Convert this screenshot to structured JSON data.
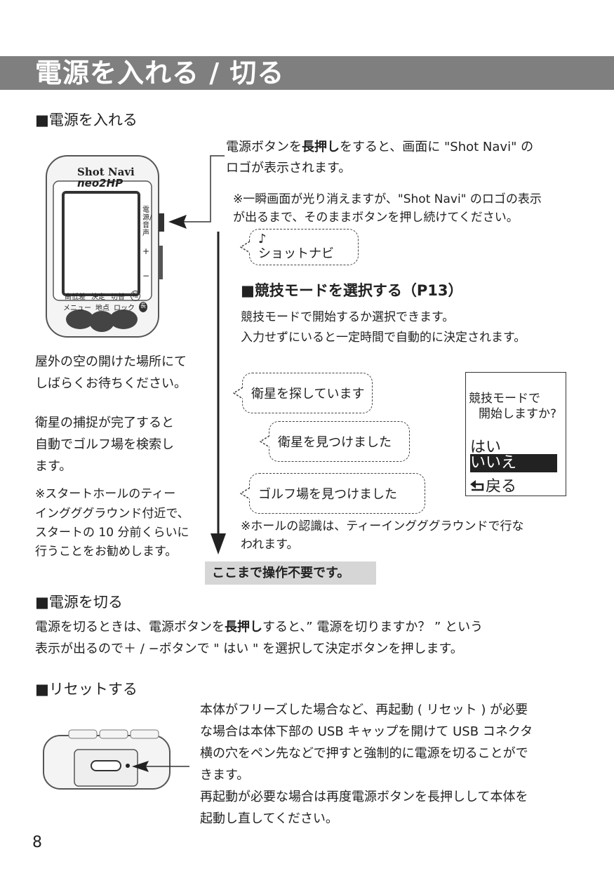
{
  "page": {
    "title": "電源を入れる / 切る",
    "page_number": "8"
  },
  "power_on": {
    "heading": "■電源を入れる",
    "instruction_pre": "電源ボタンを",
    "instruction_bold": "長押し",
    "instruction_post": "をすると、画面に",
    "instruction_brand": "\"Shot Navi\"",
    "instruction_end": "の",
    "instruction_line2": "ロゴが表示されます。",
    "note_line1": "※一瞬画面が光り消えますが、\"Shot Navi\" のロゴの表示",
    "note_line2": "が出るまで、そのままボタンを押し続けてください。",
    "sound_note": "♪",
    "sound_text": "ショットナビ"
  },
  "device": {
    "brand": "Shot Navi",
    "model": "neo2HP",
    "side_label_top": "電源/音声",
    "side_plus": "+",
    "side_minus": "−",
    "label_row1": [
      "高低差",
      "決定",
      "切替"
    ],
    "badge_short": "短",
    "label_row2": [
      "メニュー",
      "地点",
      "ロック"
    ],
    "badge_long": "長"
  },
  "competition": {
    "heading": "■競技モードを選択する（P13）",
    "line1": "競技モードで開始するか選択できます。",
    "line2": "入力せずにいると一定時間で自動的に決定されます。",
    "screen": {
      "line1": "競技モードで",
      "line2": "開始しますか?",
      "yes": "はい",
      "no": "いいえ",
      "back": "戻る"
    }
  },
  "satellite": {
    "wait_line1": "屋外の空の開けた場所にて",
    "wait_line2": "しばらくお待ちください。",
    "capture_line1": "衛星の捕捉が完了すると",
    "capture_line2": "自動でゴルフ場を検索し",
    "capture_line3": "ます。",
    "tip_line1": "※スタートホールのティー",
    "tip_line2": "イングググラウンド付近で、",
    "tip_line3": "スタートの 10 分前くらいに",
    "tip_line4": "行うことをお勧めします。",
    "bubble_searching": "衛星を探しています",
    "bubble_found": "衛星を見つけました",
    "bubble_course": "ゴルフ場を見つけました",
    "hole_note_line1": "※ホールの認識は、ティーイングググラウンドで行な",
    "hole_note_line2": "われます。",
    "no_operation": "ここまで操作不要です。"
  },
  "power_off": {
    "heading": "■電源を切る",
    "line1_pre": "電源を切るときは、電源ボタンを",
    "line1_bold": "長押し",
    "line1_post": "すると、” 電源を切りますか？ ” という",
    "line2": "表示が出るので＋ / −ボタンで \" はい \" を選択して決定ボタンを押します。"
  },
  "reset": {
    "heading": "■リセットする",
    "line1": "本体がフリーズした場合など、再起動 ( リセット ) が必要",
    "line2": "な場合は本体下部の USB キャップを開けて USB コネクタ",
    "line3": "横の穴をペン先などで押すと強制的に電源を切ることがで",
    "line4": "きます。",
    "line5": "再起動が必要な場合は再度電源ボタンを長押しして本体を",
    "line6": "起動し直してください。"
  }
}
